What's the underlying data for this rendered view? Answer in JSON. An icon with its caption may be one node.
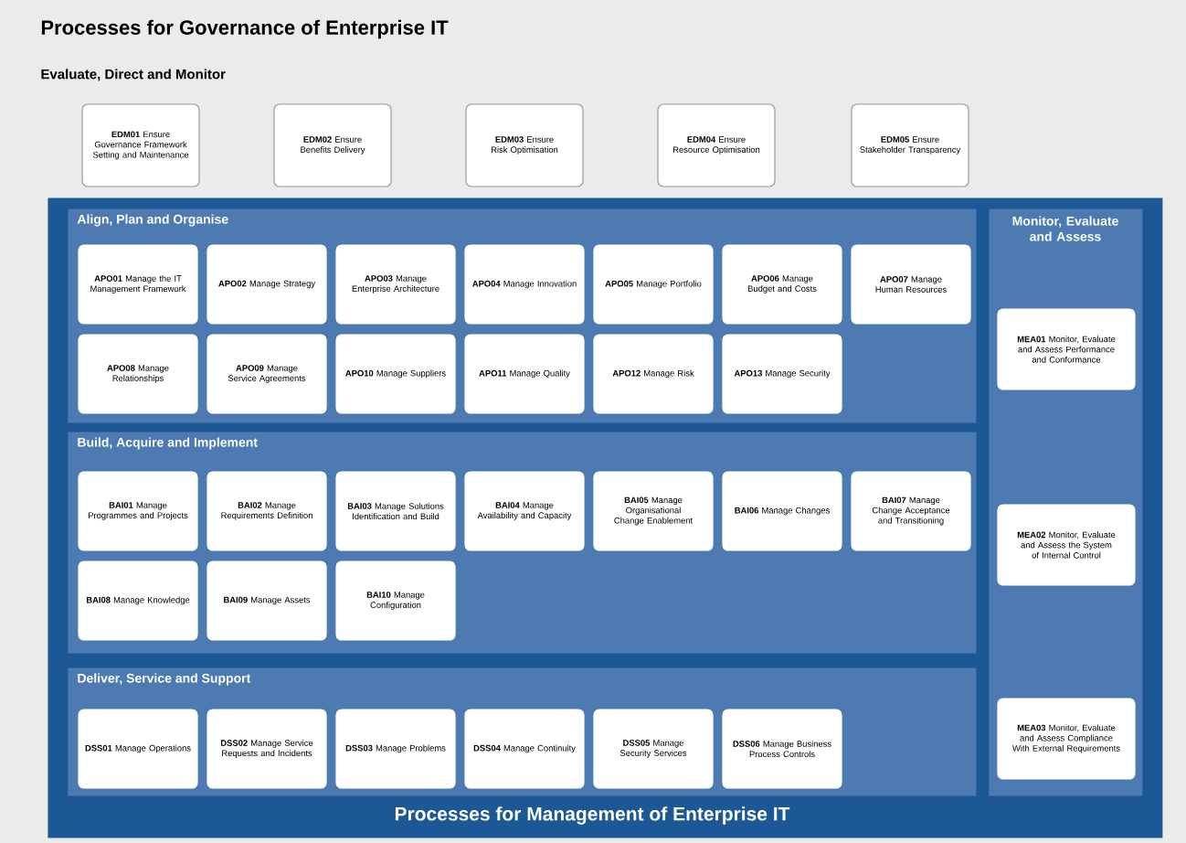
{
  "diagram": {
    "title": "Processes for Governance of Enterprise IT",
    "labels": [
      "Evaluate, Direct and Monitor"
    ],
    "nodes": [
      {
        "text": [
          "**EDM01** Ensure Governance Framework Setting and Maintenance"
        ]
      },
      {
        "text": [
          "**EDM02** Ensure Benefits Delivery"
        ]
      },
      {
        "text": [
          "**EDM03** Ensure Risk Optimisation"
        ]
      },
      {
        "text": [
          "**EDM04** Ensure Resource Optimisation"
        ]
      },
      {
        "text": [
          "**EDM05** Ensure Stakeholder Transparency"
        ]
      },
      {
        "text": [
          "Processes for Management of Enterprise IT"
        ]
      },
      {
        "text": [
          "Align, Plan and Organise"
        ],
        "in": 5
      },
      {
        "text": [
          "**APO01** Manage the IT Management Framework"
        ],
        "in": 6
      },
      {
        "text": [
          "**APO02** Manage Strategy"
        ],
        "in": 6
      },
      {
        "text": [
          "**APO03** Manage Enterprise Architecture"
        ],
        "in": 6
      },
      {
        "text": [
          "**APO04** Manage Innovation"
        ],
        "in": 6
      },
      {
        "text": [
          "**APO05** Manage Portfolio"
        ],
        "in": 6
      },
      {
        "text": [
          "**APO06** Manage Budget and Costs"
        ],
        "in": 6
      },
      {
        "text": [
          "**APO07** Manage Human Resources"
        ],
        "in": 6
      },
      {
        "text": [
          "**APO08** Manage Relationships"
        ],
        "in": 6
      },
      {
        "text": [
          "**APO09** Manage Service Agreements"
        ],
        "in": 6
      },
      {
        "text": [
          "**APO10** Manage Suppliers"
        ],
        "in": 6
      },
      {
        "text": [
          "**APO11** Manage Quality"
        ],
        "in": 6
      },
      {
        "text": [
          "**APO12** Manage Risk"
        ],
        "in": 6
      },
      {
        "text": [
          "**APO13** Manage Security"
        ],
        "in": 6
      },
      {
        "text": [
          "Build, Acquire and Implement"
        ],
        "in": 5
      },
      {
        "text": [
          "**BAI01** Manage Programmes and Projects"
        ],
        "in": 20
      },
      {
        "text": [
          "**BAI02** Manage Requirements Definition"
        ],
        "in": 20
      },
      {
        "text": [
          "**BAI03** Manage Solutions Identification and Build"
        ],
        "in": 20
      },
      {
        "text": [
          "**BAI04** Manage Availability and Capacity"
        ],
        "in": 20
      },
      {
        "text": [
          "**BAI05** Manage Organisational Change Enablement"
        ],
        "in": 20
      },
      {
        "text": [
          "**BAI06** Manage Changes"
        ],
        "in": 20
      },
      {
        "text": [
          "**BAI07** Manage Change Acceptance and Transitioning"
        ],
        "in": 20
      },
      {
        "text": [
          "**BAI08** Manage Knowledge"
        ],
        "in": 20
      },
      {
        "text": [
          "**BAI09** Manage Assets"
        ],
        "in": 20
      },
      {
        "text": [
          "**BAI10** Manage Configuration"
        ],
        "in": 20
      },
      {
        "text": [
          "Deliver, Service and Support"
        ],
        "in": 5
      },
      {
        "text": [
          "**DSS01** Manage Operations"
        ],
        "in": 31
      },
      {
        "text": [
          "**DSS02** Manage Service Requests and Incidents"
        ],
        "in": 31
      },
      {
        "text": [
          "**DSS03** Manage Problems"
        ],
        "in": 31
      },
      {
        "text": [
          "**DSS04** Manage Continuity"
        ],
        "in": 31
      },
      {
        "text": [
          "**DSS05** Manage Security Services"
        ],
        "in": 31
      },
      {
        "text": [
          "**DSS06** Manage Business Process Controls"
        ],
        "in": 31
      },
      {
        "text": [
          "Monitor, Evaluate and Assess"
        ],
        "in": 5
      },
      {
        "text": [
          "**MEA01** Monitor, Evaluate and Assess Performance and Conformance"
        ],
        "in": 38
      },
      {
        "text": [
          "**MEA02** Monitor, Evaluate and Assess the System of Internal Control"
        ],
        "in": 38
      },
      {
        "text": [
          "**MEA03** Monitor, Evaluate and Assess Compliance With External Requirements"
        ],
        "in": 38
      }
    ]
  }
}
